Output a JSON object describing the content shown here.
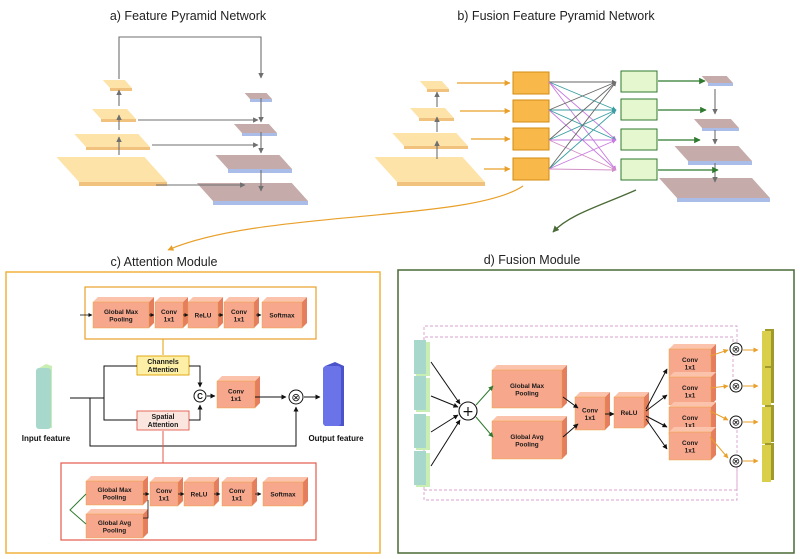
{
  "titles": {
    "a": "a) Feature Pyramid Network",
    "b": "b) Fusion Feature Pyramid Network",
    "c": "c) Attention Module",
    "d": "d) Fusion Module"
  },
  "colors": {
    "feature_yellow": "#fde3a7",
    "feature_edge": "#f1c27d",
    "output_mauve": "#c6abab",
    "output_blue": "#a9bde8",
    "orange_block": "#f9b94a",
    "green_block": "#e4f7cf",
    "salmon_block": "#f7a78c",
    "attention_frame": "#f0b23c",
    "spatial_frame": "#e25a4c",
    "fusion_frame": "#4a6a36",
    "arrow_gray": "#6f6f6f",
    "arrow_orange": "#e9a02a",
    "arrow_green": "#2f7a2f",
    "arrow_teal": "#3a9ea3",
    "arrow_violet": "#c77be0",
    "input_teal": "#a8d8cc",
    "output_indigo": "#6b73e8"
  },
  "attention": {
    "channel_branch": {
      "label1": "Channels",
      "label2": "Attention",
      "steps": [
        {
          "l1": "Global Max",
          "l2": "Pooling"
        },
        {
          "l1": "Conv",
          "l2": "1x1"
        },
        {
          "l1": "ReLU",
          "l2": ""
        },
        {
          "l1": "Conv",
          "l2": "1x1"
        },
        {
          "l1": "Softmax",
          "l2": ""
        }
      ]
    },
    "spatial_branch": {
      "label1": "Spatial",
      "label2": "Attention",
      "pool_max": {
        "l1": "Global Max",
        "l2": "Pooling"
      },
      "pool_avg": {
        "l1": "Global Avg",
        "l2": "Pooling"
      },
      "steps": [
        {
          "l1": "Conv",
          "l2": "1x1"
        },
        {
          "l1": "ReLU",
          "l2": ""
        },
        {
          "l1": "Conv",
          "l2": "1x1"
        },
        {
          "l1": "Softmax",
          "l2": ""
        }
      ]
    },
    "concat_symbol": "C",
    "conv": {
      "l1": "Conv",
      "l2": "1x1"
    },
    "multiply_symbol": "⊗",
    "input_label": "Input feature",
    "output_label": "Output feature"
  },
  "fusion": {
    "add_symbol": "+",
    "multiply_symbol": "⊗",
    "pool_max": {
      "l1": "Global Max",
      "l2": "Pooling"
    },
    "pool_avg": {
      "l1": "Global Avg",
      "l2": "Pooling"
    },
    "conv": {
      "l1": "Conv",
      "l2": "1x1"
    },
    "relu": {
      "l1": "ReLU",
      "l2": ""
    },
    "branch_convs": [
      {
        "l1": "Conv",
        "l2": "1x1"
      },
      {
        "l1": "Conv",
        "l2": "1x1"
      },
      {
        "l1": "Conv",
        "l2": "1x1"
      },
      {
        "l1": "Conv",
        "l2": "1x1"
      }
    ]
  }
}
